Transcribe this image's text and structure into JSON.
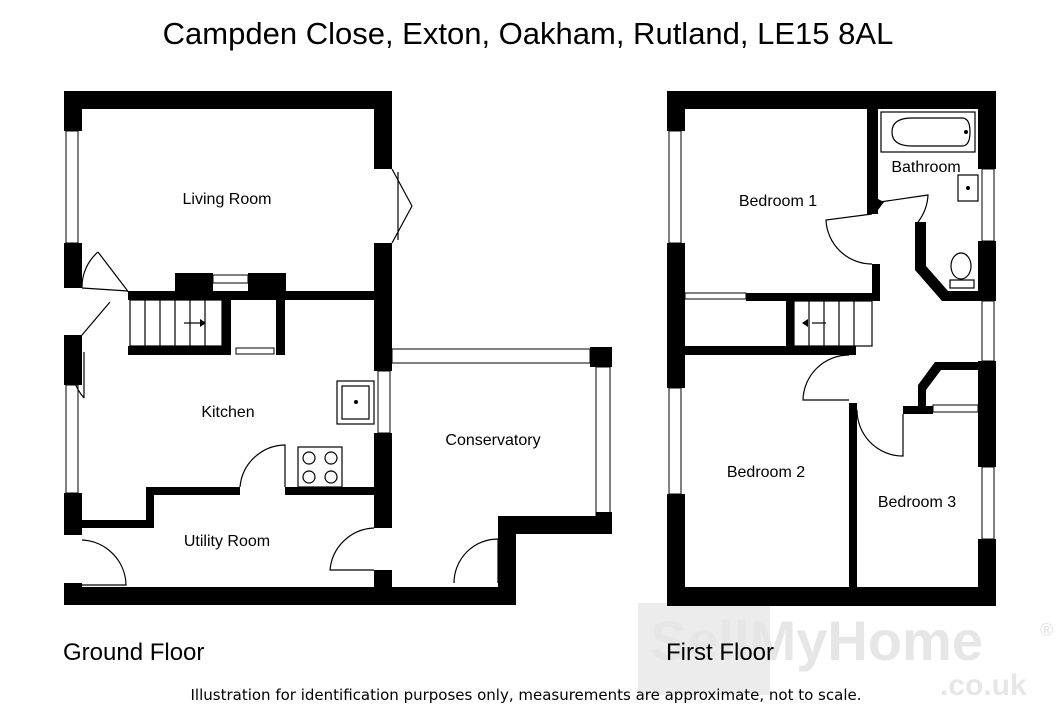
{
  "title": "Campden Close, Exton, Oakham, Rutland, LE15 8AL",
  "ground_floor": {
    "label": "Ground Floor",
    "rooms": {
      "living_room": "Living Room",
      "kitchen": "Kitchen",
      "utility_room": "Utility Room",
      "conservatory": "Conservatory"
    }
  },
  "first_floor": {
    "label": "First Floor",
    "rooms": {
      "bedroom_1": "Bedroom 1",
      "bathroom": "Bathroom",
      "bedroom_2": "Bedroom 2",
      "bedroom_3": "Bedroom 3"
    }
  },
  "disclaimer": "Illustration for identification purposes only, measurements are approximate, not to scale.",
  "watermark": {
    "brand": "SellMyHome",
    "domain": ".co.uk",
    "registered_mark": "®"
  },
  "colors": {
    "wall": "#000000",
    "watermark": "#e6e6e6",
    "background": "#ffffff"
  }
}
